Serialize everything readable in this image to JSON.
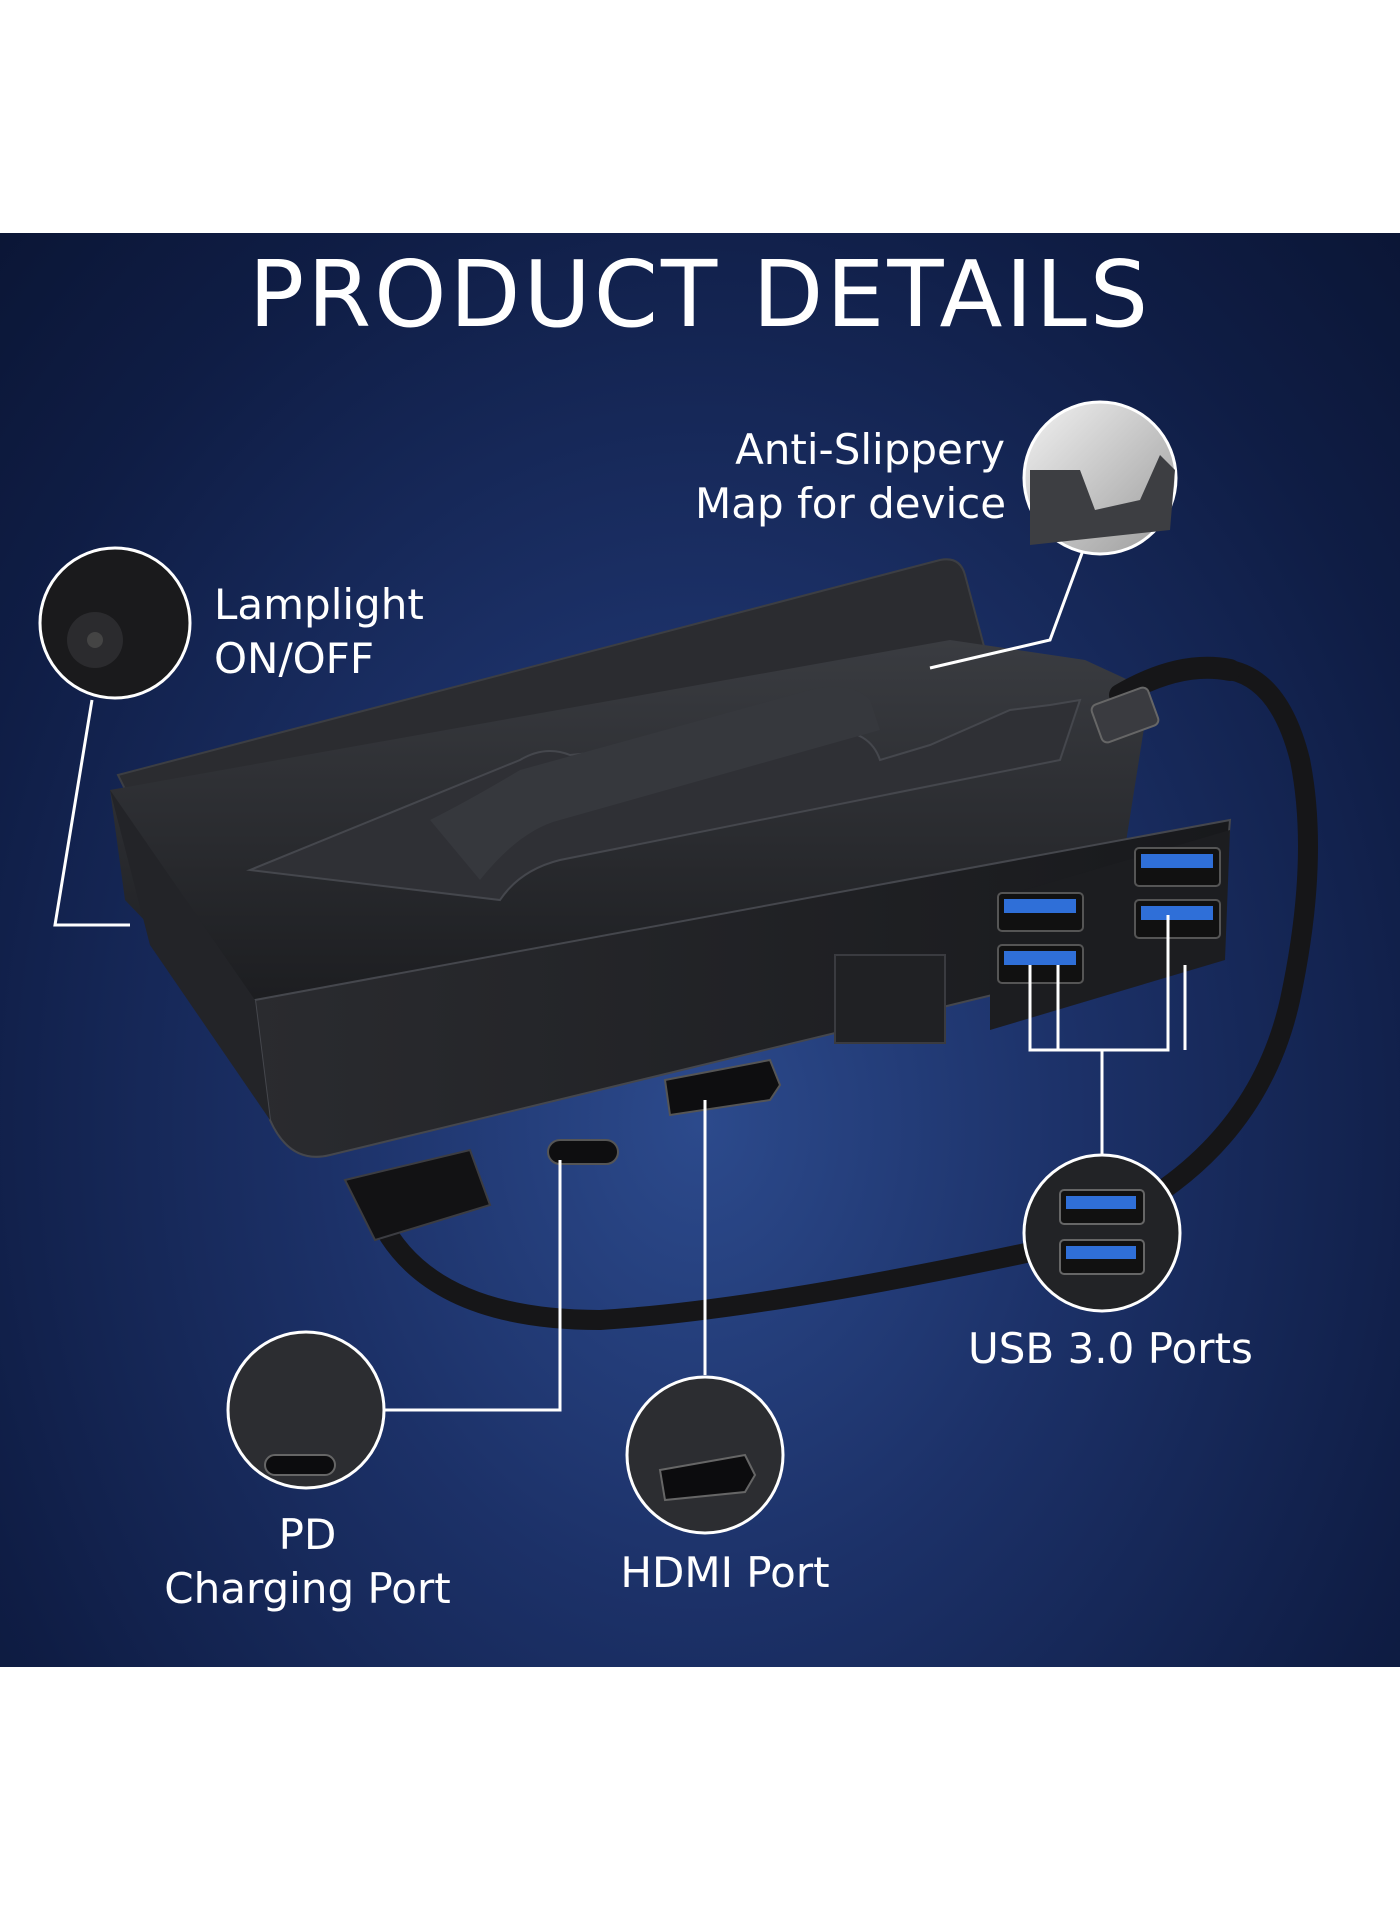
{
  "title": "PRODUCT DETAILS",
  "callouts": {
    "anti_slip": {
      "line1": "Anti-Slippery",
      "line2": "Map for device"
    },
    "lamp": {
      "line1": "Lamplight",
      "line2": "ON/OFF"
    },
    "usb": {
      "label": "USB 3.0 Ports"
    },
    "pd": {
      "line1": "PD",
      "line2": "Charging Port"
    },
    "hdmi": {
      "label": "HDMI Port"
    }
  },
  "colors": {
    "banner": "#1c3168",
    "dock": "#1e1f22",
    "usb_blue": "#2f6fd8",
    "line": "#ffffff"
  },
  "icons": [
    "dock-illustration",
    "usb-c-cable",
    "usb-a-port",
    "hdmi-port",
    "usb-c-port",
    "lamp-switch-icon"
  ]
}
